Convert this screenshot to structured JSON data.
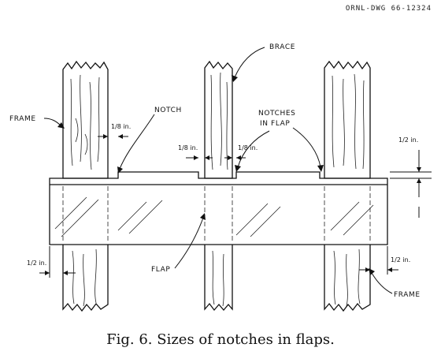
{
  "drawing_number": "ORNL-DWG 66-12324",
  "labels": {
    "brace": "BRACE",
    "frame_left": "FRAME",
    "frame_right": "FRAME",
    "notch": "NOTCH",
    "notches_in_flap_line1": "NOTCHES",
    "notches_in_flap_line2": "IN FLAP",
    "flap": "FLAP"
  },
  "dimensions": {
    "notch_left": "1/8 in.",
    "notch_mid_left": "1/8 in.",
    "notch_mid_right": "1/8 in.",
    "flap_clearance_right": "1/2 in.",
    "bottom_left": "1/2 in.",
    "bottom_right": "1/2 in."
  },
  "caption": "Fig. 6.  Sizes of notches in flaps."
}
